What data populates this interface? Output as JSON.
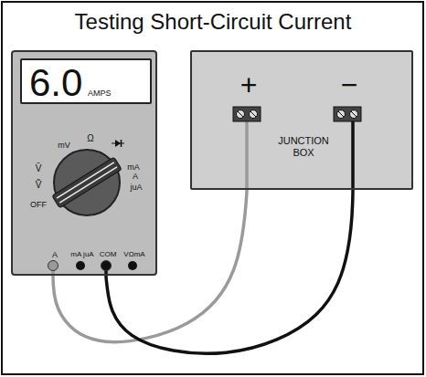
{
  "diagram": {
    "title": "Testing Short-Circuit Current",
    "nodes": [
      {
        "text": [
          "Ω",
          "mV",
          "V̄",
          "Ṽ",
          "OFF",
          "mA",
          "A",
          "juA",
          "A",
          "mA juA",
          "COM",
          "VΩmA"
        ]
      },
      {
        "text": [
          "6.0",
          "AMPS"
        ],
        "in": 0
      },
      {
        "text": [
          "+",
          "−",
          "JUNCTION BOX"
        ]
      }
    ],
    "edges": [
      {
        "from": 0,
        "to": 2,
        "arrow": "none"
      },
      {
        "from": 0,
        "to": 2,
        "arrow": "none"
      }
    ]
  }
}
